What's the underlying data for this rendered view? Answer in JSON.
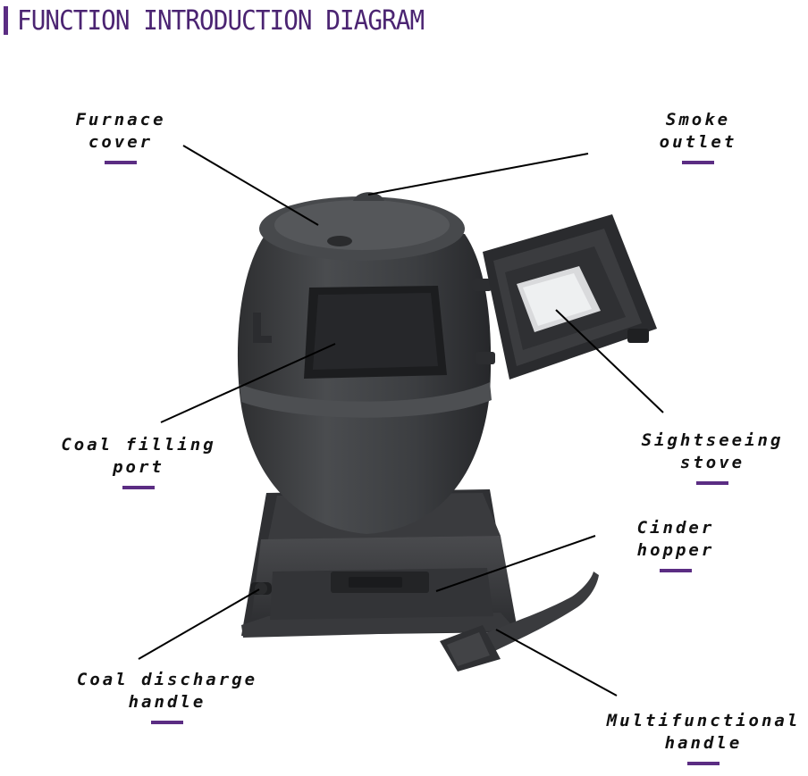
{
  "title": "FUNCTION INTRODUCTION DIAGRAM",
  "colors": {
    "accent": "#5b2d83",
    "stove": "#3f4042",
    "stove_dark": "#2b2c2e",
    "stove_light": "#56585b"
  },
  "labels": {
    "furnace_cover": [
      "Furnace",
      "cover"
    ],
    "smoke_outlet": [
      "Smoke",
      "outlet"
    ],
    "coal_filling_port": [
      "Coal filling",
      "port"
    ],
    "sightseeing_stove": [
      "Sightseeing",
      "stove"
    ],
    "cinder_hopper": [
      "Cinder",
      "hopper"
    ],
    "coal_discharge_handle": [
      "Coal discharge",
      "handle"
    ],
    "multifunctional_handle": [
      "Multifunctional",
      "handle"
    ]
  }
}
